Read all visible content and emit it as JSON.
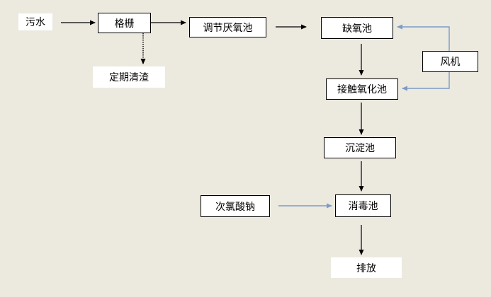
{
  "nodes": {
    "sewage": "污水",
    "grille": "格栅",
    "regulating_tank": "调节厌氧池",
    "periodic_cleaning": "定期清渣",
    "anoxic_tank": "缺氧池",
    "blower": "风机",
    "contact_oxidation_tank": "接触氧化池",
    "sedimentation_tank": "沉淀池",
    "sodium_hypochlorite": "次氯酸钠",
    "disinfection_tank": "消毒池",
    "discharge": "排放"
  },
  "colors": {
    "background": "#ece9df",
    "box_fill": "#ffffff",
    "arrow_black": "#000000",
    "arrow_blue": "#7a9cc6"
  }
}
